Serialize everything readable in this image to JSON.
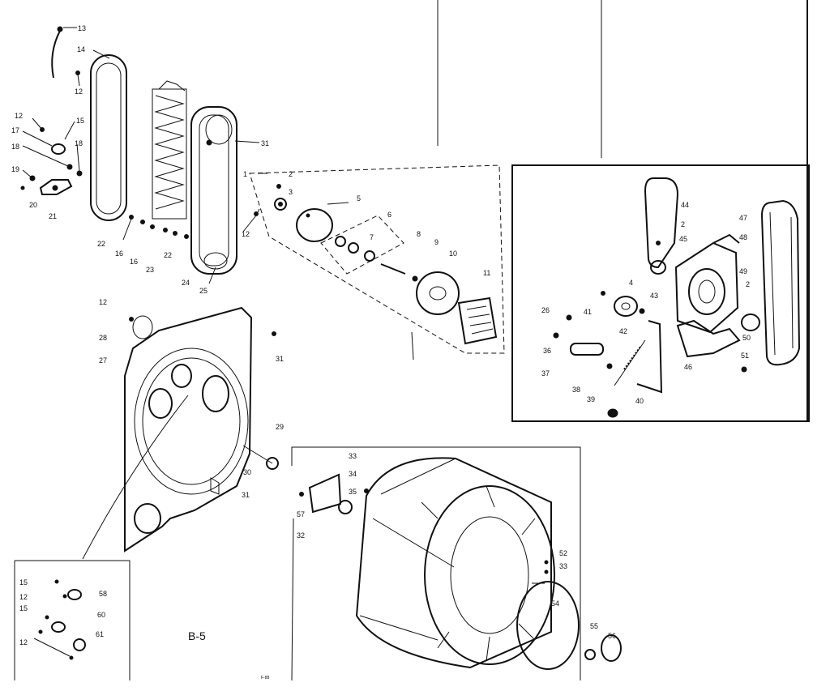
{
  "diagram": {
    "section_label": "B-5",
    "drawing_code": "F-88",
    "callouts": [
      {
        "id": "c13",
        "text": "13"
      },
      {
        "id": "c14",
        "text": "14"
      },
      {
        "id": "c12a",
        "text": "12"
      },
      {
        "id": "c12b",
        "text": "12"
      },
      {
        "id": "c15",
        "text": "15"
      },
      {
        "id": "c17",
        "text": "17"
      },
      {
        "id": "c18a",
        "text": "18"
      },
      {
        "id": "c18b",
        "text": "18"
      },
      {
        "id": "c19",
        "text": "19"
      },
      {
        "id": "c20",
        "text": "20"
      },
      {
        "id": "c21",
        "text": "21"
      },
      {
        "id": "c22a",
        "text": "22"
      },
      {
        "id": "c16a",
        "text": "16"
      },
      {
        "id": "c16b",
        "text": "16"
      },
      {
        "id": "c23",
        "text": "23"
      },
      {
        "id": "c22b",
        "text": "22"
      },
      {
        "id": "c24",
        "text": "24"
      },
      {
        "id": "c25",
        "text": "25"
      },
      {
        "id": "c31a",
        "text": "31"
      },
      {
        "id": "c1",
        "text": "1"
      },
      {
        "id": "c2a",
        "text": "2"
      },
      {
        "id": "c3",
        "text": "3"
      },
      {
        "id": "c5",
        "text": "5"
      },
      {
        "id": "c12c",
        "text": "12"
      },
      {
        "id": "c6",
        "text": "6"
      },
      {
        "id": "c7",
        "text": "7"
      },
      {
        "id": "c8",
        "text": "8"
      },
      {
        "id": "c9",
        "text": "9"
      },
      {
        "id": "c10",
        "text": "10"
      },
      {
        "id": "c11",
        "text": "11"
      },
      {
        "id": "c44",
        "text": "44"
      },
      {
        "id": "c2b",
        "text": "2"
      },
      {
        "id": "c45",
        "text": "45"
      },
      {
        "id": "c48",
        "text": "48"
      },
      {
        "id": "c47",
        "text": "47"
      },
      {
        "id": "c49",
        "text": "49"
      },
      {
        "id": "c2c",
        "text": "2"
      },
      {
        "id": "c4",
        "text": "4"
      },
      {
        "id": "c43",
        "text": "43"
      },
      {
        "id": "c26",
        "text": "26"
      },
      {
        "id": "c41",
        "text": "41"
      },
      {
        "id": "c42",
        "text": "42"
      },
      {
        "id": "c50",
        "text": "50"
      },
      {
        "id": "c36",
        "text": "36"
      },
      {
        "id": "c46",
        "text": "46"
      },
      {
        "id": "c51",
        "text": "51"
      },
      {
        "id": "c37",
        "text": "37"
      },
      {
        "id": "c38",
        "text": "38"
      },
      {
        "id": "c39",
        "text": "39"
      },
      {
        "id": "c40",
        "text": "40"
      },
      {
        "id": "c12d",
        "text": "12"
      },
      {
        "id": "c28",
        "text": "28"
      },
      {
        "id": "c31b",
        "text": "31"
      },
      {
        "id": "c27",
        "text": "27"
      },
      {
        "id": "c29",
        "text": "29"
      },
      {
        "id": "c30",
        "text": "30"
      },
      {
        "id": "c33a",
        "text": "33"
      },
      {
        "id": "c34",
        "text": "34"
      },
      {
        "id": "c35",
        "text": "35"
      },
      {
        "id": "c31c",
        "text": "31"
      },
      {
        "id": "c57",
        "text": "57"
      },
      {
        "id": "c32",
        "text": "32"
      },
      {
        "id": "c52",
        "text": "52"
      },
      {
        "id": "c33b",
        "text": "33"
      },
      {
        "id": "c54",
        "text": "54"
      },
      {
        "id": "c55",
        "text": "55"
      },
      {
        "id": "c56",
        "text": "56"
      },
      {
        "id": "c15b",
        "text": "15"
      },
      {
        "id": "c12e",
        "text": "12"
      },
      {
        "id": "c58",
        "text": "58"
      },
      {
        "id": "c15c",
        "text": "15"
      },
      {
        "id": "c60",
        "text": "60"
      },
      {
        "id": "c12f",
        "text": "12"
      },
      {
        "id": "c61",
        "text": "61"
      }
    ]
  }
}
